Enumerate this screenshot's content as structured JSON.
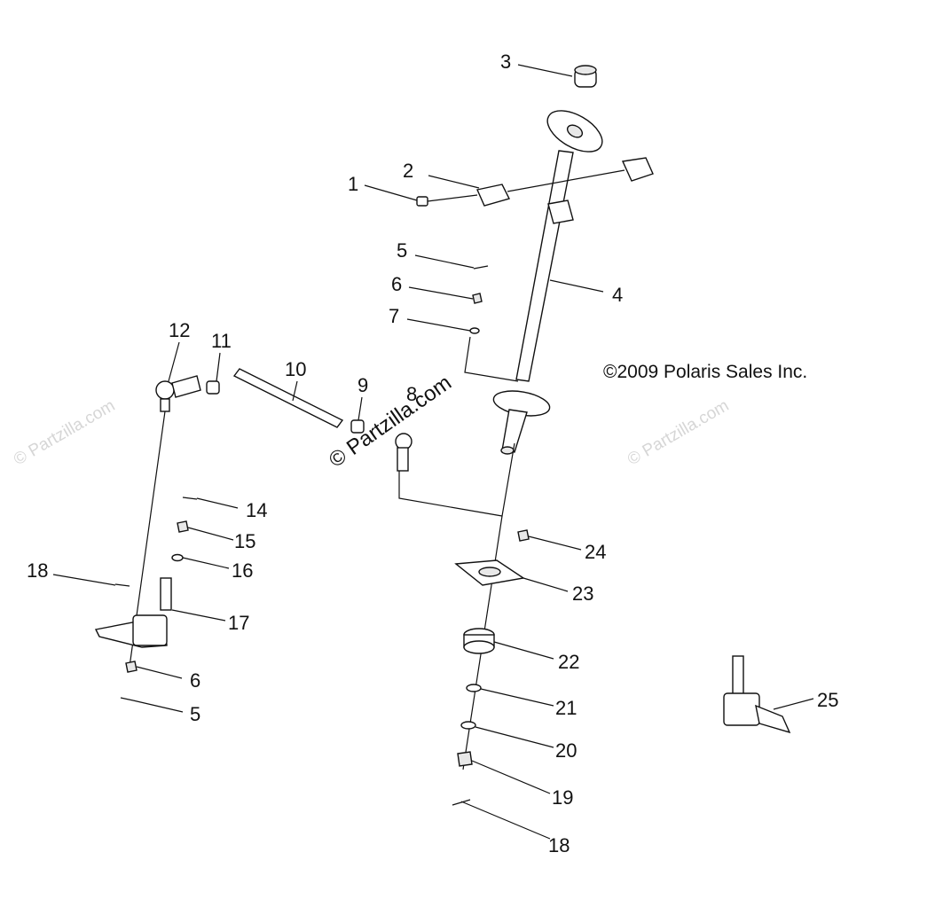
{
  "copyright": "©2009 Polaris Sales Inc.",
  "watermark_main": "© Partzilla.com",
  "watermark_faint": "© Partzilla.com",
  "callouts": {
    "c1": "1",
    "c2": "2",
    "c3": "3",
    "c4": "4",
    "c5a": "5",
    "c5b": "5",
    "c6a": "6",
    "c6b": "6",
    "c7": "7",
    "c8": "8",
    "c9": "9",
    "c10": "10",
    "c11": "11",
    "c12": "12",
    "c14": "14",
    "c15": "15",
    "c16": "16",
    "c17": "17",
    "c18a": "18",
    "c18b": "18",
    "c19": "19",
    "c20": "20",
    "c21": "21",
    "c22": "22",
    "c23": "23",
    "c24": "24",
    "c25": "25"
  }
}
